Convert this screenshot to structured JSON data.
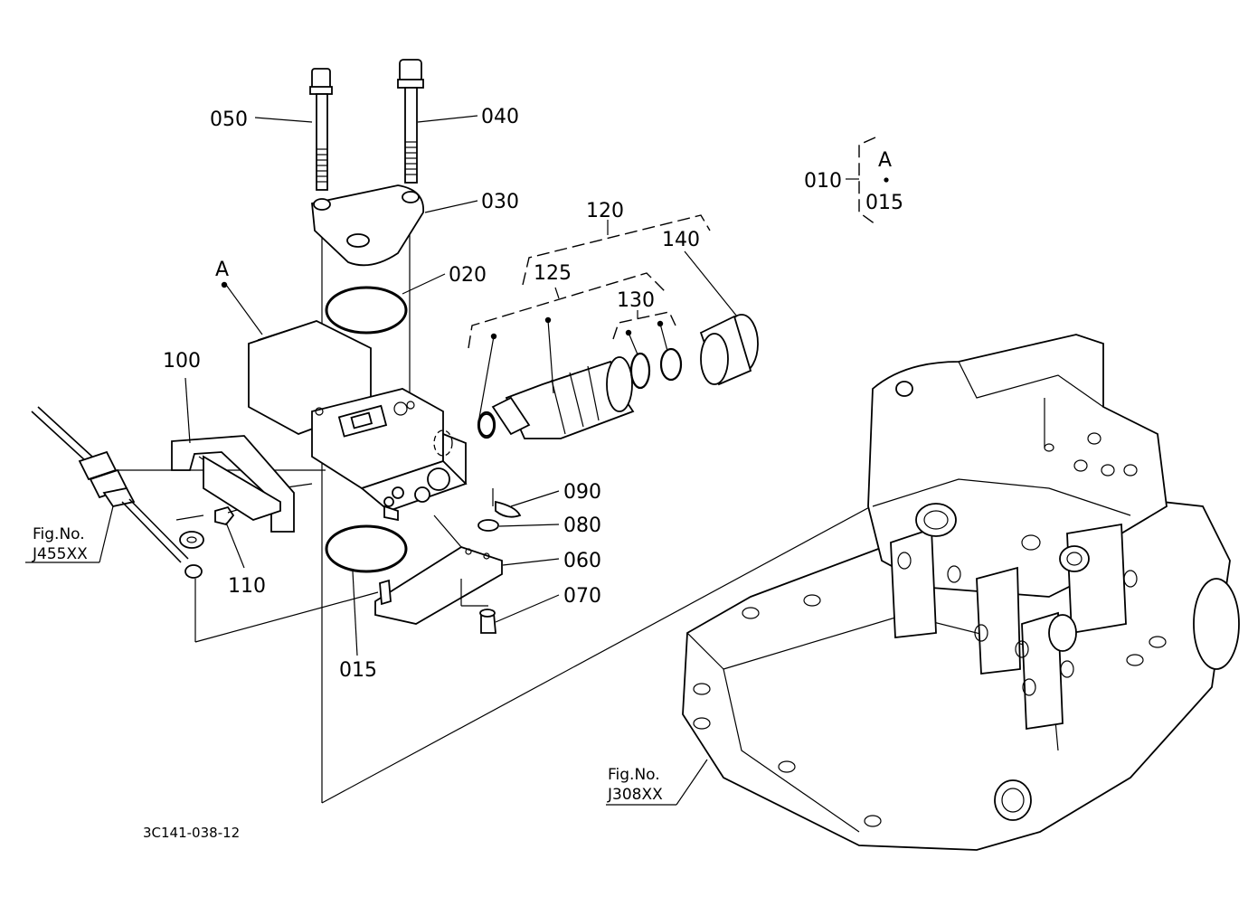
{
  "labels": {
    "p050": "050",
    "p040": "040",
    "p030": "030",
    "p020": "020",
    "p120": "120",
    "p125": "125",
    "p130": "130",
    "p140": "140",
    "p100": "100",
    "p110": "110",
    "p090": "090",
    "p080": "080",
    "p060": "060",
    "p070": "070",
    "p015": "015",
    "pA": "A",
    "legend_010": "010",
    "legend_A": "A",
    "legend_015": "015"
  },
  "references": {
    "fig1_line1": "Fig.No.",
    "fig1_line2": "J455XX",
    "fig2_line1": "Fig.No.",
    "fig2_line2": "J308XX"
  },
  "drawing_code": "3C141-038-12"
}
